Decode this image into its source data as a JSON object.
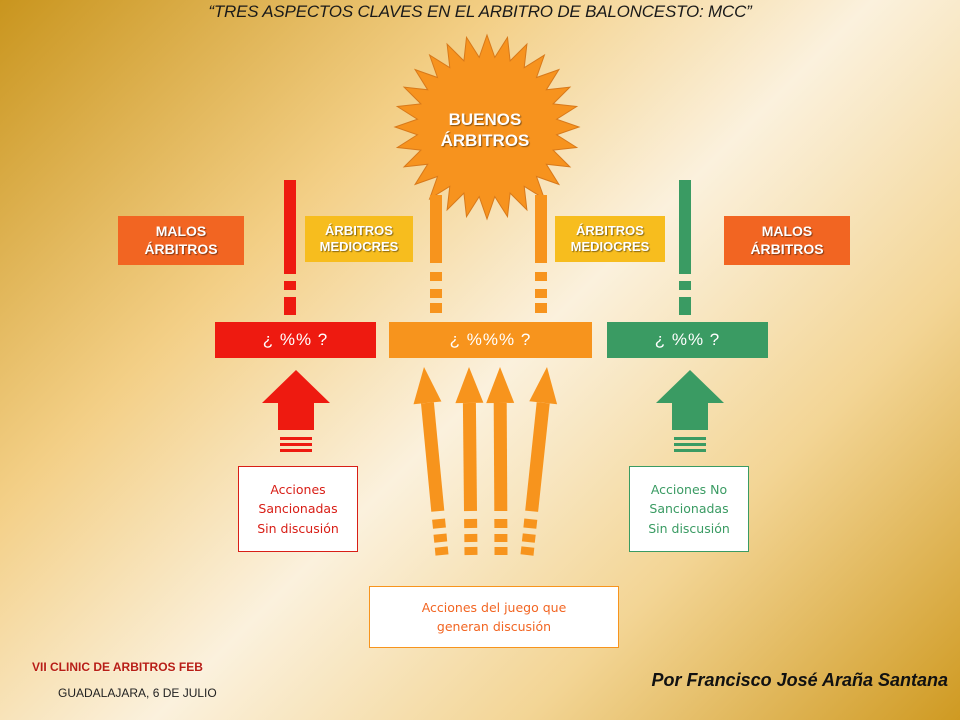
{
  "title": "“TRES ASPECTOS CLAVES EN EL ARBITRO DE BALONCESTO: MCC”",
  "sun": {
    "label": "BUENOS\nÁRBITROS"
  },
  "labels": {
    "malos_left": "MALOS\nÁRBITROS",
    "mediocres_left": "ÁRBITROS\nMEDIOCRES",
    "mediocres_right": "ÁRBITROS\nMEDIOCRES",
    "malos_right": "MALOS\nÁRBITROS"
  },
  "bars": {
    "left": "¿ %% ?",
    "center": "¿ %%% ?",
    "right": "¿ %% ?"
  },
  "notes": {
    "left": "Acciones\nSancionadas\nSin discusión",
    "right": "Acciones No\nSancionadas\nSin discusión",
    "center": "Acciones del juego que\ngeneran discusión"
  },
  "footer": {
    "event": "VII CLINIC DE ARBITROS FEB",
    "place_date": "GUADALAJARA, 6 DE JULIO",
    "author": "Por Francisco José Araña Santana"
  },
  "colors": {
    "red": "#ee1a10",
    "orange": "#f7941d",
    "dark_orange": "#f26522",
    "green": "#3a9b63",
    "yellow": "#f7bd1e",
    "sun": "#f7931e"
  }
}
